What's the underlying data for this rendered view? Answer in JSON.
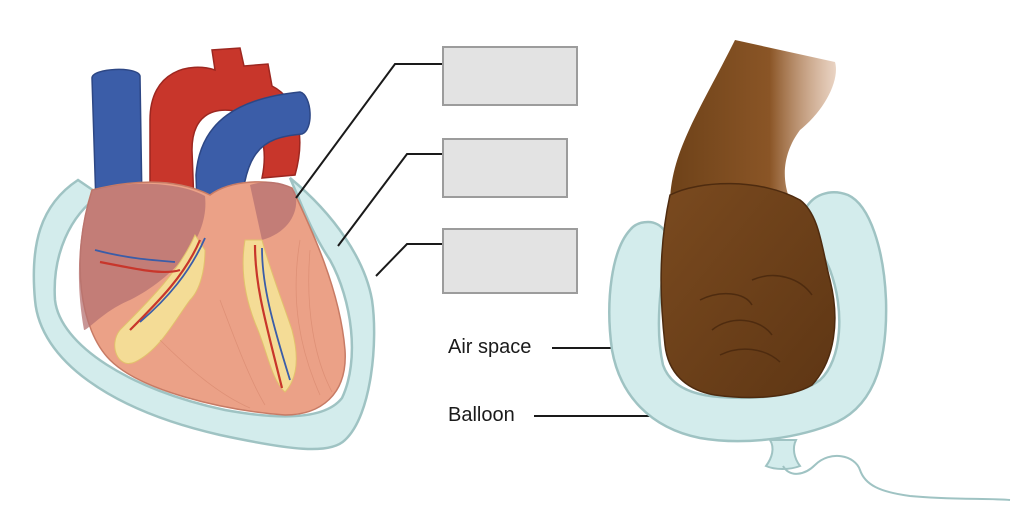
{
  "labels": {
    "air_space": "Air space",
    "balloon": "Balloon"
  },
  "colors": {
    "pericardium_fill": "#d3ecec",
    "pericardium_stroke": "#9fc3c3",
    "artery_red": "#c8362b",
    "vein_blue": "#3b5da8",
    "myocardium": "#eba187",
    "fat_yellow": "#f4dc96",
    "fist_brown": "#7a4a1f",
    "label_box_fill": "#e3e3e3",
    "label_box_border": "#9c9c9c"
  },
  "blank_label_boxes": 3
}
